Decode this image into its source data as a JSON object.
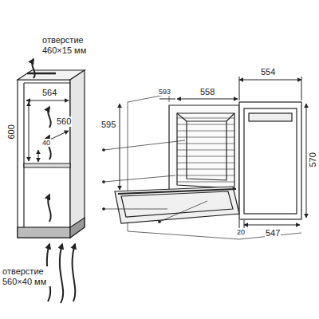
{
  "diagram": {
    "labels": [
      "отверстие 460×15 мм",
      "564",
      "560",
      "600",
      "40",
      "отверстие 560×40 мм",
      "595",
      "593",
      "558",
      "554",
      "570",
      "20",
      "547"
    ]
  }
}
